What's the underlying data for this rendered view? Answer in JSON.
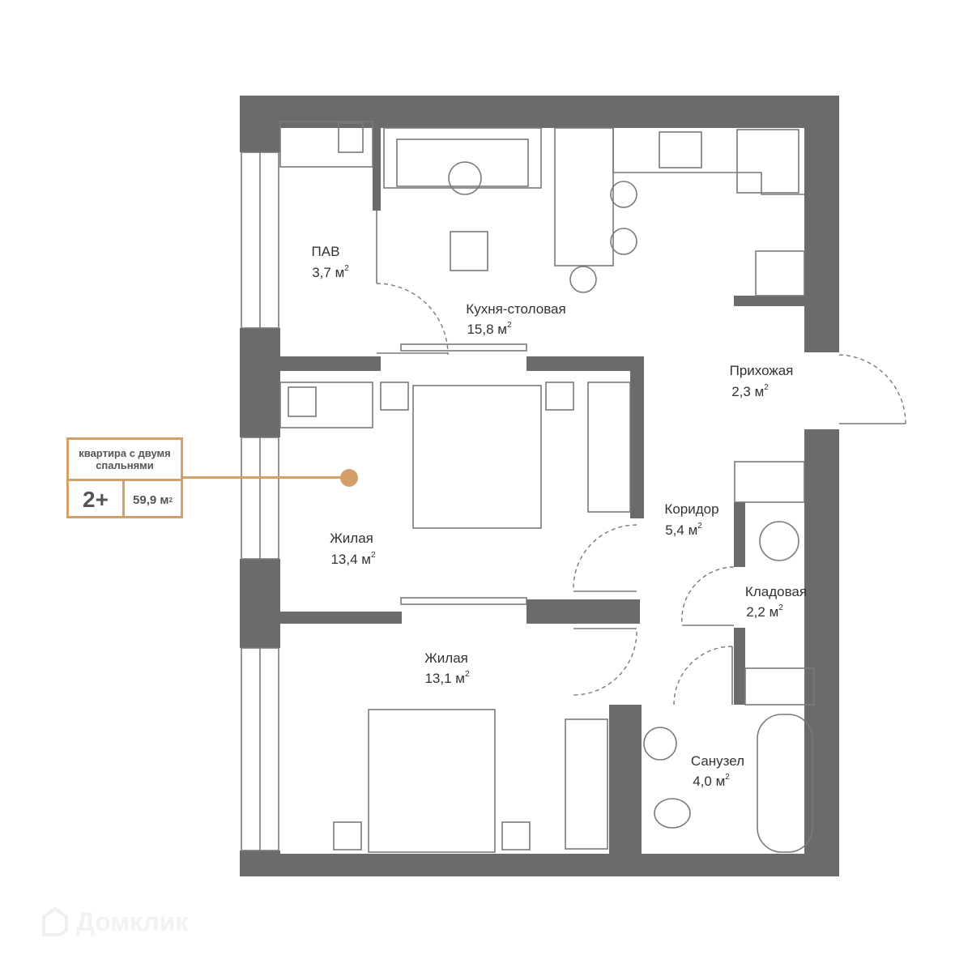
{
  "area_unit": "м",
  "area_unit_power": "2",
  "rooms": [
    {
      "name": "ПАВ",
      "area": "3,7"
    },
    {
      "name": "Кухня-столовая",
      "area": "15,8"
    },
    {
      "name": "Прихожая",
      "area": "2,3"
    },
    {
      "name": "Коридор",
      "area": "5,4"
    },
    {
      "name": "Кладовая",
      "area": "2,2"
    },
    {
      "name": "Жилая",
      "area": "13,4"
    },
    {
      "name": "Жилая",
      "area": "13,1"
    },
    {
      "name": "Санузел",
      "area": "4,0"
    }
  ],
  "badge": {
    "description": "квартира с двумя спальнями",
    "type": "2+",
    "total_area": "59,9"
  },
  "colors": {
    "wall": "#6b6b6b",
    "accent": "#d4a069"
  },
  "watermark": {
    "text": "Домклик",
    "icon": "house-logo-icon"
  }
}
